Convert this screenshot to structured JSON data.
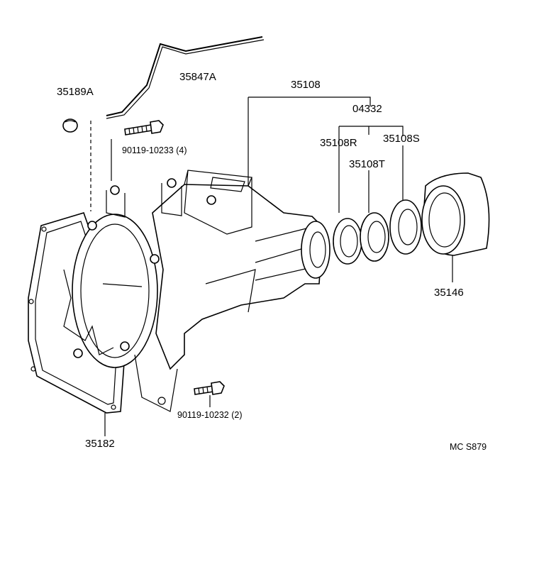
{
  "diagram": {
    "labels": {
      "p35847a": "35847A",
      "p35189a": "35189A",
      "p35108": "35108",
      "p04332": "04332",
      "p35108r": "35108R",
      "p35108s": "35108S",
      "p35108t": "35108T",
      "p90119_10233": "90119-10233 (4)",
      "p35146": "35146",
      "p90119_10232": "90119-10232 (2)",
      "p35182": "35182",
      "ref_code": "MC S879"
    }
  }
}
